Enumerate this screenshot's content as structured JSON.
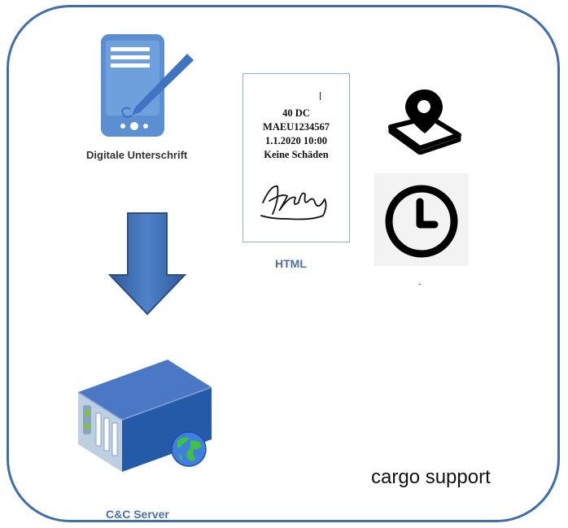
{
  "labels": {
    "signature_device": "Digitale Unterschrift",
    "document_caption": "HTML",
    "clock_caption": "-",
    "server_caption": "C&C Server",
    "brand": "cargo support"
  },
  "document": {
    "lines": [
      "40 DC",
      "MAEU1234567",
      "1.1.2020 10:00",
      "Keine Schäden"
    ]
  },
  "icons": {
    "tablet": "tablet-pen-icon",
    "location": "location-pin-phone-icon",
    "clock": "clock-icon",
    "arrow": "arrow-down-icon",
    "server": "server-icon",
    "globe": "globe-icon"
  },
  "colors": {
    "frame": "#3f6ea8",
    "tablet": "#5b8fd1",
    "arrow": "#3e6cb0",
    "caption": "#4c6fa6"
  }
}
